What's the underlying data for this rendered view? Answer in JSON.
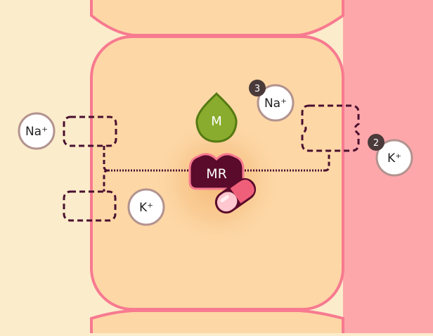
{
  "colors": {
    "lumen_bg": "#fbeccb",
    "blood_bg": "#fea7ab",
    "cell_fill": "#fdd7a6",
    "cell_stroke": "#f77a90",
    "mr_fill": "#5a0a2a",
    "m_fill": "#8aac2e",
    "m_stroke": "#557a12",
    "ion_fill": "#ffffff",
    "ion_stroke": "#b2938f",
    "badge_fill": "#4a3a3a",
    "dash": "#4a1030",
    "pill_light": "#ffc7cf",
    "pill_dark": "#f05f7a"
  },
  "labels": {
    "hormone": "M",
    "receptor": "MR",
    "na_left": "Na⁺",
    "na_top": "Na⁺",
    "k_inner": "K⁺",
    "k_right": "K⁺",
    "badge_na": "3",
    "badge_k": "2"
  }
}
